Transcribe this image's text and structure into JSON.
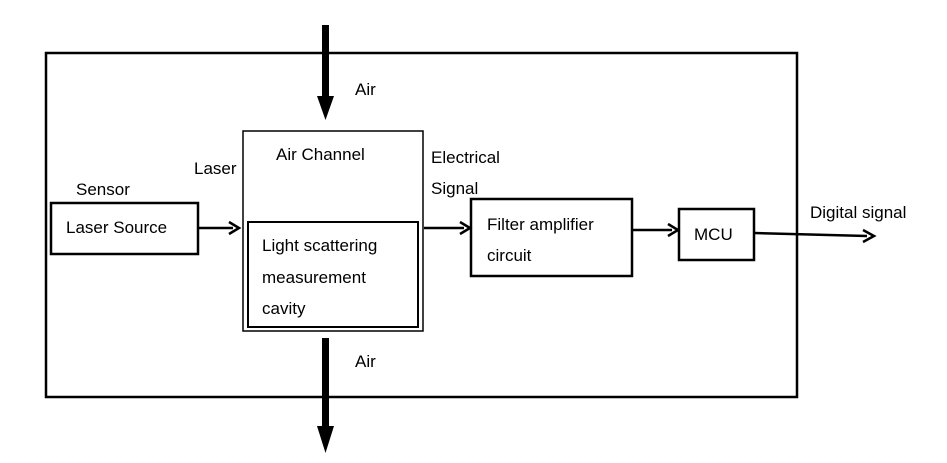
{
  "labels": {
    "air_in": "Air",
    "air_out": "Air",
    "sensor": "Sensor",
    "laser": "Laser",
    "air_channel": "Air Channel",
    "electrical_signal_line1": "Electrical",
    "electrical_signal_line2": "Signal",
    "digital_signal": "Digital signal"
  },
  "blocks": {
    "laser_source": "Laser Source",
    "cavity_line1": "Light  scattering",
    "cavity_line2": "measurement",
    "cavity_line3": "cavity",
    "filter_line1": "Filter amplifier",
    "filter_line2": "circuit",
    "mcu": "MCU"
  },
  "colors": {
    "stroke": "#000000",
    "background": "#ffffff"
  }
}
